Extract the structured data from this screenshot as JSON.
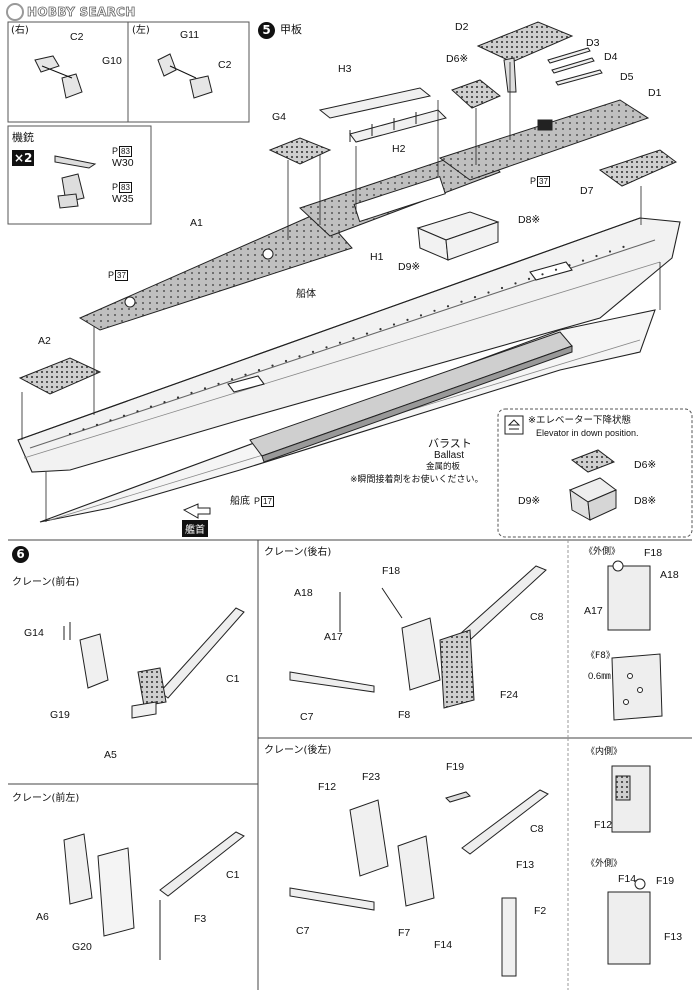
{
  "watermark": {
    "text": "HOBBY SEARCH"
  },
  "top_left": {
    "right_label": "(右)",
    "left_label": "(左)",
    "right_parts": [
      "C2",
      "G10"
    ],
    "left_parts": [
      "G11",
      "C2"
    ]
  },
  "machine_gun": {
    "title": "機銃",
    "multiplier": "×2",
    "parts": [
      "W30",
      "W35"
    ],
    "ref_letter": "P",
    "ref_page": "83"
  },
  "step5": {
    "number": "5",
    "title": "甲板",
    "parts": [
      "D2",
      "D3",
      "D4",
      "D5",
      "D6※",
      "D1",
      "H3",
      "H2",
      "G4",
      "D7",
      "D8※",
      "D9※",
      "A1",
      "H1",
      "A2"
    ],
    "hull_label": "船体",
    "ballast": {
      "jp": "バラスト",
      "en": "Ballast",
      "sub": "金属的板"
    },
    "glue_note": "※瞬間接着剤をお使いください。",
    "bottom_label": "船底",
    "bow_label": "艦首",
    "ref_pages": [
      "37",
      "37",
      "17"
    ],
    "ref_letter": "P",
    "elevator": {
      "jp": "※エレベーター下降状態",
      "en": "Elevator in down position.",
      "parts": [
        "D6※",
        "D9※",
        "D8※"
      ]
    }
  },
  "step6": {
    "number": "6",
    "crane_front_right": {
      "title": "クレーン(前右)",
      "parts": [
        "G14",
        "C1",
        "G19",
        "A5"
      ]
    },
    "crane_front_left": {
      "title": "クレーン(前左)",
      "parts": [
        "C1",
        "A6",
        "F3",
        "G20"
      ]
    },
    "crane_rear_right": {
      "title": "クレーン(後右)",
      "parts": [
        "F18",
        "A18",
        "C8",
        "A17",
        "F24",
        "C7",
        "F8"
      ]
    },
    "crane_rear_left": {
      "title": "クレーン(後左)",
      "parts": [
        "F19",
        "F12",
        "F23",
        "C8",
        "F13",
        "F2",
        "C7",
        "F7",
        "F14"
      ]
    },
    "detail_outer": {
      "title": "《外側》",
      "parts": [
        "F18",
        "A18",
        "A17"
      ]
    },
    "detail_f8": {
      "title": "《F8》",
      "dim": "0.6㎜"
    },
    "detail_inner": {
      "title": "《内側》",
      "parts": [
        "F12"
      ]
    },
    "detail_outer2": {
      "title": "《外側》",
      "parts": [
        "F14",
        "F19",
        "F13"
      ]
    }
  }
}
